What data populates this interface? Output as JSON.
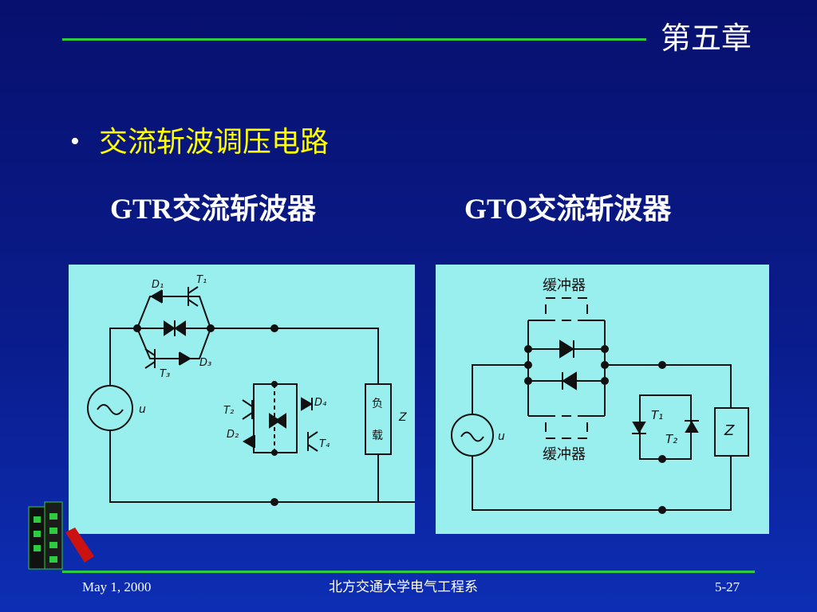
{
  "header": {
    "chapter": "第五章"
  },
  "bullet": {
    "marker": "•",
    "text": "交流斩波调压电路"
  },
  "captions": {
    "left": "GTR交流斩波器",
    "right": "GTO交流斩波器"
  },
  "diagram_gtr": {
    "labels": {
      "D1": "D₁",
      "T1": "T₁",
      "T3": "T₃",
      "D3": "D₃",
      "T2": "T₂",
      "D2": "D₂",
      "D4": "D₄",
      "T4": "T₄",
      "u": "u",
      "Z": "Z",
      "load_1": "负",
      "load_2": "载"
    }
  },
  "diagram_gto": {
    "labels": {
      "buffer_top": "缓冲器",
      "buffer_bottom": "缓冲器",
      "u": "u",
      "T1": "T₁",
      "T2": "T₂",
      "Z": "Z"
    }
  },
  "colors": {
    "accent_line": "#2ecc40",
    "bullet_text": "#ffff00",
    "panel_bg": "#99eeee",
    "ink": "#111111"
  },
  "footer": {
    "date": "May 1, 2000",
    "institution": "北方交通大学电气工程系",
    "page": "5-27"
  },
  "decor": {
    "books_icon": "books-icon"
  }
}
